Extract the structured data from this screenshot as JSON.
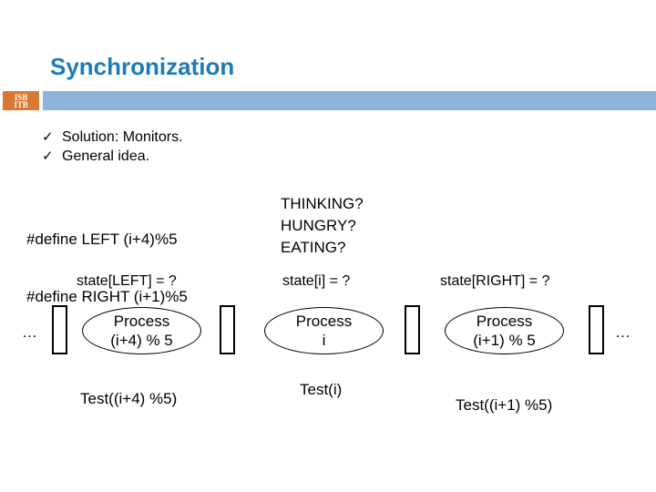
{
  "slide": {
    "title": "Synchronization",
    "title_color": "#1F7BB6",
    "header_bar_color": "#8CB3D9",
    "logo_badge_color": "#DC7633",
    "logo_badge_text": "ISB\nITB"
  },
  "bullets": [
    {
      "mark": "✓",
      "text": "Solution: Monitors."
    },
    {
      "mark": "✓",
      "text": "General idea."
    }
  ],
  "code": {
    "line1": "#define LEFT (i+4)%5",
    "line2": "#define RIGHT (i+1)%5"
  },
  "states": {
    "q1": "THINKING?",
    "q2": "HUNGRY?",
    "q3": "EATING?"
  },
  "state_labels": {
    "left": "state[LEFT] = ?",
    "middle": "state[i] = ?",
    "right": "state[RIGHT] = ?"
  },
  "diagram": {
    "ellipsis_left": "…",
    "ellipsis_right": "…",
    "processes": [
      {
        "name": "Process",
        "index": "(i+4) % 5"
      },
      {
        "name": "Process",
        "index": "i"
      },
      {
        "name": "Process",
        "index": "(i+1) % 5"
      }
    ],
    "forks_count": 4
  },
  "tests": {
    "left": "Test((i+4) %5)",
    "middle": "Test(i)",
    "right": "Test((i+1) %5)"
  }
}
